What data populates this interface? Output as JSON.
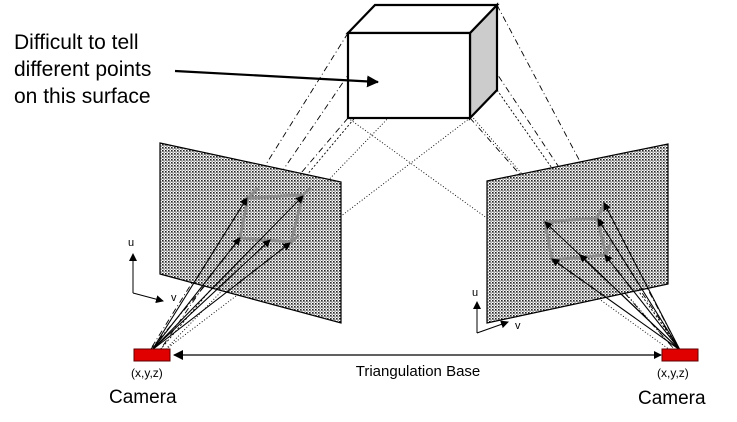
{
  "annotation": {
    "line1": "Difficult to tell",
    "line2": "different points",
    "line3": "on this surface"
  },
  "baseline": {
    "label": "Triangulation Base"
  },
  "left_camera": {
    "coord": "(x,y,z)",
    "label": "Camera"
  },
  "right_camera": {
    "coord": "(x,y,z)",
    "label": "Camera"
  },
  "left_axes": {
    "u": "u",
    "v": "v"
  },
  "right_axes": {
    "u": "u",
    "v": "v"
  },
  "colors": {
    "camera_fill": "#e00000",
    "camera_stroke": "#600000",
    "cube_side": "#cccccc",
    "line": "#000000"
  }
}
